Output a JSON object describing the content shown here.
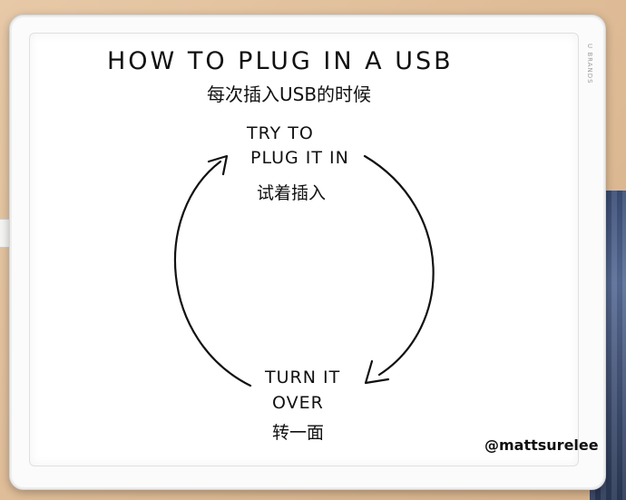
{
  "board": {
    "brand": "U BRANDS",
    "title": "HOW TO PLUG IN A USB",
    "title_zh": "每次插入USB的时候",
    "steps": [
      {
        "line1": "TRY TO",
        "line2": "PLUG IT IN",
        "zh": "试着插入"
      },
      {
        "line1": "TURN IT",
        "line2": "OVER",
        "zh": "转一面"
      }
    ],
    "signature": "@mattsurelee"
  }
}
